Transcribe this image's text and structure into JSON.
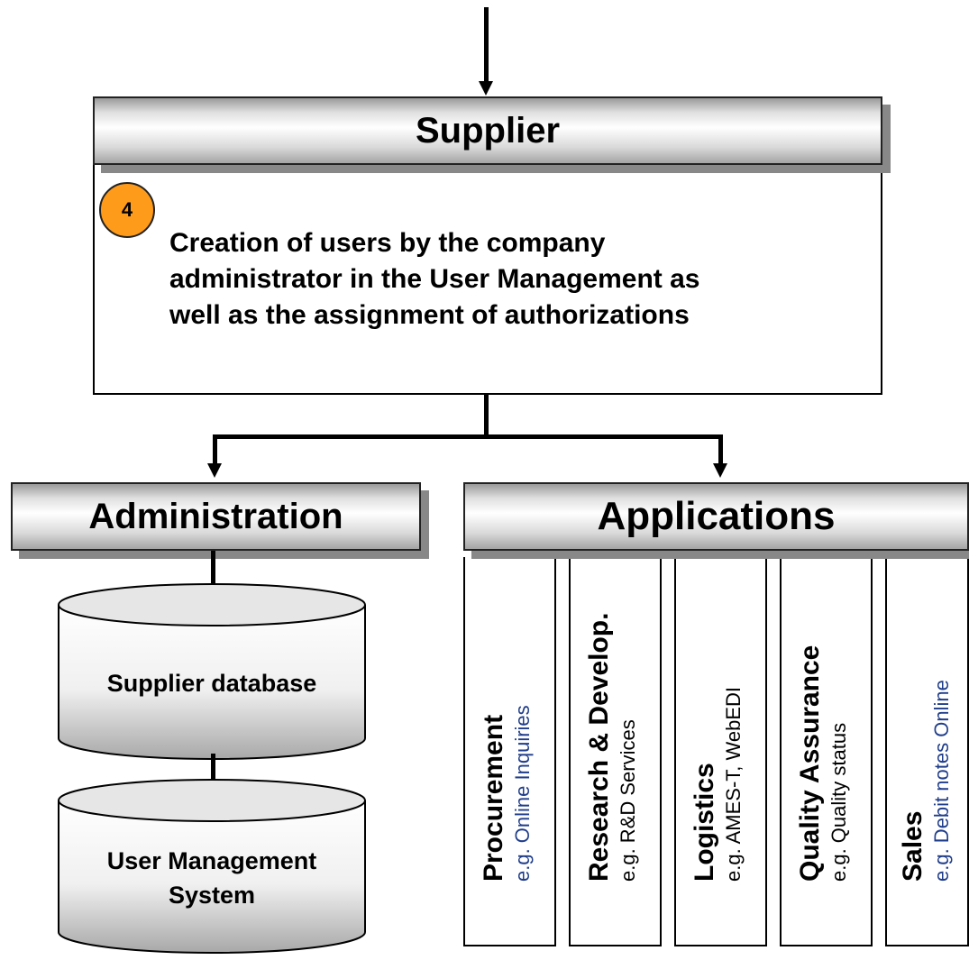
{
  "supplier": {
    "title": "Supplier",
    "step_number": "4",
    "description": [
      "Creation of users by the company",
      "administrator in the User Management as",
      "well as the assignment of authorizations"
    ]
  },
  "administration": {
    "title": "Administration",
    "databases": [
      {
        "lines": [
          "Supplier database"
        ]
      },
      {
        "lines": [
          "User Management",
          "System"
        ]
      }
    ]
  },
  "applications": {
    "title": "Applications",
    "items": [
      {
        "name": "Procurement",
        "example": "e.g. Online Inquiries",
        "example_color": "#1f3d8a"
      },
      {
        "name": "Research & Develop.",
        "example": "e.g. R&D Services",
        "example_color": "#000000"
      },
      {
        "name": "Logistics",
        "example": "e.g. AMES-T, WebEDI",
        "example_color": "#000000"
      },
      {
        "name": "Quality Assurance",
        "example": "e.g. Quality status",
        "example_color": "#000000"
      },
      {
        "name": "Sales",
        "example": "e.g. Debit notes Online",
        "example_color": "#1f3d8a"
      }
    ]
  },
  "colors": {
    "badge": "#ff9b1a",
    "link_text": "#1f3d8a"
  }
}
